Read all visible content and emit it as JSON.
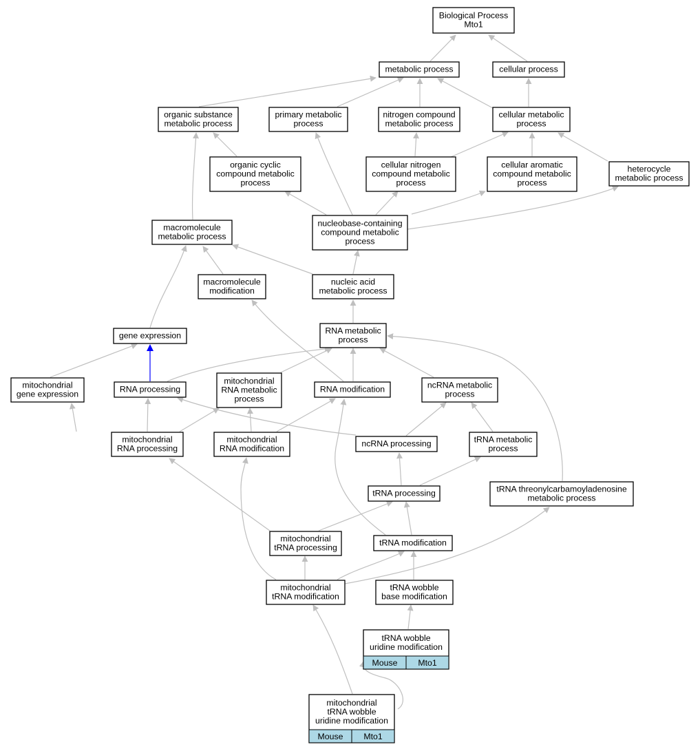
{
  "colors": {
    "edge": "#bfbfbf",
    "highlight_edge": "#0000ff",
    "annotation_fill": "#add8e6"
  },
  "nodes": {
    "root": [
      "Biological Process",
      "Mto1"
    ],
    "metabolic": [
      "metabolic process"
    ],
    "cellular": [
      "cellular process"
    ],
    "organic_substance": [
      "organic substance",
      "metabolic process"
    ],
    "primary_metabolic": [
      "primary metabolic",
      "process"
    ],
    "nitrogen_compound": [
      "nitrogen compound",
      "metabolic process"
    ],
    "cellular_metabolic": [
      "cellular metabolic",
      "process"
    ],
    "organic_cyclic": [
      "organic cyclic",
      "compound metabolic",
      "process"
    ],
    "cellular_nitrogen": [
      "cellular nitrogen",
      "compound metabolic",
      "process"
    ],
    "cellular_aromatic": [
      "cellular aromatic",
      "compound metabolic",
      "process"
    ],
    "heterocycle": [
      "heterocycle",
      "metabolic process"
    ],
    "macromolecule_metabolic": [
      "macromolecule",
      "metabolic process"
    ],
    "nucleobase": [
      "nucleobase-containing",
      "compound metabolic",
      "process"
    ],
    "macromolecule_mod": [
      "macromolecule",
      "modification"
    ],
    "nucleic_acid": [
      "nucleic acid",
      "metabolic process"
    ],
    "gene_expression": [
      "gene expression"
    ],
    "rna_metabolic": [
      "RNA metabolic",
      "process"
    ],
    "mito_gene_expr": [
      "mitochondrial",
      "gene expression"
    ],
    "rna_processing": [
      "RNA processing"
    ],
    "mito_rna_metabolic": [
      "mitochondrial",
      "RNA metabolic",
      "process"
    ],
    "rna_modification": [
      "RNA modification"
    ],
    "ncrna_metabolic": [
      "ncRNA metabolic",
      "process"
    ],
    "mito_rna_processing": [
      "mitochondrial",
      "RNA processing"
    ],
    "mito_rna_mod": [
      "mitochondrial",
      "RNA modification"
    ],
    "ncrna_processing": [
      "ncRNA processing"
    ],
    "trna_metabolic": [
      "tRNA metabolic",
      "process"
    ],
    "trna_processing": [
      "tRNA processing"
    ],
    "trna_threonyl": [
      "tRNA threonylcarbamoyladenosine",
      "metabolic process"
    ],
    "mito_trna_processing": [
      "mitochondrial",
      "tRNA processing"
    ],
    "trna_modification": [
      "tRNA modification"
    ],
    "mito_trna_mod": [
      "mitochondrial",
      "tRNA modification"
    ],
    "trna_wobble_base": [
      "tRNA wobble",
      "base modification"
    ],
    "trna_wobble_uridine": [
      "tRNA wobble",
      "uridine modification"
    ],
    "mito_trna_wobble": [
      "mitochondrial",
      "tRNA wobble",
      "uridine modification"
    ]
  },
  "annotations": {
    "trna_wobble_uridine": [
      "Mouse",
      "Mto1"
    ],
    "mito_trna_wobble": [
      "Mouse",
      "Mto1"
    ]
  }
}
